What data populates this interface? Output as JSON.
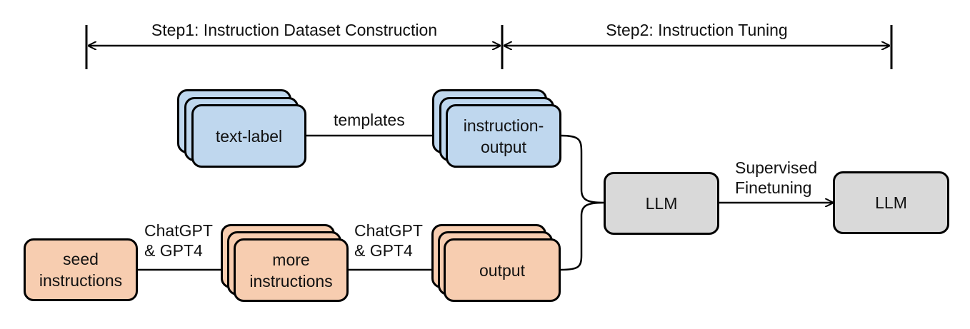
{
  "phases": {
    "step1": "Step1: Instruction Dataset Construction",
    "step2": "Step2: Instruction Tuning"
  },
  "nodes": {
    "text_label": "text-label",
    "instruction_output": "instruction-\noutput",
    "seed_instructions": "seed\ninstructions",
    "more_instructions": "more\ninstructions",
    "output": "output",
    "llm_base": "LLM",
    "llm_tuned": "LLM"
  },
  "edges": {
    "templates": "templates",
    "chatgpt_1": "ChatGPT\n& GPT4",
    "chatgpt_2": "ChatGPT\n& GPT4",
    "supervised": "Supervised\nFinetuning"
  },
  "colors": {
    "blue": "#bfd7ee",
    "peach": "#f7cdb0",
    "gray": "#d9d9d9"
  }
}
